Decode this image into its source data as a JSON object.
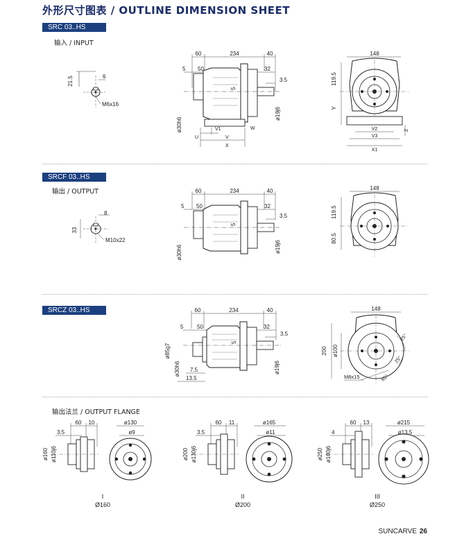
{
  "title": "外形尺寸图表 / OUTLINE DIMENSION SHEET",
  "sections": {
    "src": {
      "tag": "SRC 03..HS",
      "label": "输入 / INPUT",
      "shaft": {
        "h": "21.5",
        "w": "6",
        "thread": "M6x16"
      },
      "side": {
        "d60": "60",
        "d234": "234",
        "d40": "40",
        "d5": "5",
        "d50": "50",
        "d32": "32",
        "d35": "3.5",
        "d5b": "5",
        "phi30": "ø30h6",
        "phi19": "ø19j6",
        "u": "U",
        "v1": "V1",
        "v": "V",
        "w": "W",
        "x": "X"
      },
      "front": {
        "d148": "148",
        "d1195": "119.5",
        "y": "Y",
        "v2": "V2",
        "v3": "V3",
        "x1": "X1",
        "z": "Z"
      }
    },
    "srcf": {
      "tag": "SRCF 03..HS",
      "label": "输出 / OUTPUT",
      "shaft": {
        "h": "33",
        "w": "8",
        "thread": "M10x22"
      },
      "side": {
        "d60": "60",
        "d234": "234",
        "d40": "40",
        "d5": "5",
        "d50": "50",
        "d32": "32",
        "d35": "3.5",
        "d5b": "5",
        "phi30": "ø30h6",
        "phi19": "ø19j6"
      },
      "front": {
        "d148": "148",
        "d1195": "119.5",
        "d805": "80.5"
      }
    },
    "srcz": {
      "tag": "SRCZ 03..HS",
      "side": {
        "d60": "60",
        "d234": "234",
        "d40": "40",
        "d5": "5",
        "d50": "50",
        "d32": "32",
        "d35": "3.5",
        "d5b": "5",
        "phi85": "ø85g7",
        "phi30": "ø30h6",
        "d75": "7.5",
        "d135": "13.5",
        "phi19": "ø19j6"
      },
      "front": {
        "d148": "148",
        "d200": "200",
        "phi100": "ø100",
        "a25": "25°",
        "a252": "25°",
        "a65": "65°",
        "thread": "M8x15"
      }
    },
    "flange": {
      "label": "输出法兰 / OUTPUT  FLANGE",
      "items": [
        {
          "numeral": "I",
          "dia": "Ø160",
          "d60": "60",
          "d10": "10",
          "d35": "3.5",
          "outer": "ø160",
          "pilot": "ø110j6",
          "pcd": "ø130",
          "hole": "ø9"
        },
        {
          "numeral": "II",
          "dia": "Ø200",
          "d60": "60",
          "d10": "11",
          "d35": "3.5",
          "outer": "ø200",
          "pilot": "ø130j6",
          "pcd": "ø165",
          "hole": "ø11"
        },
        {
          "numeral": "III",
          "dia": "Ø250",
          "d60": "60",
          "d10": "13",
          "d35": "4",
          "outer": "ø250",
          "pilot": "ø180j6",
          "pcd": "ø215",
          "hole": "ø13.5"
        }
      ]
    }
  },
  "footer": {
    "brand": "SUNCARVE",
    "page": "26"
  }
}
